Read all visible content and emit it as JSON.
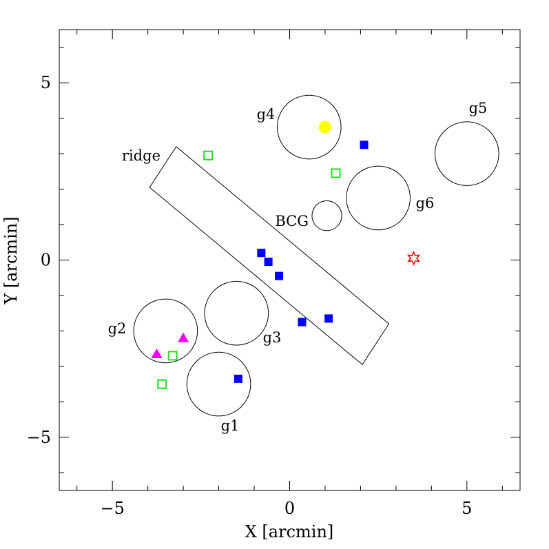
{
  "chart_data": {
    "type": "scatter",
    "title": "",
    "xlabel": "X [arcmin]",
    "ylabel": "Y [arcmin]",
    "xlim": [
      -6.5,
      6.5
    ],
    "ylim": [
      -6.5,
      6.5
    ],
    "grid": false,
    "x_ticks": [
      -5,
      0,
      5
    ],
    "y_ticks": [
      -5,
      0,
      5
    ],
    "x_tick_labels": [
      "−5",
      "0",
      "5"
    ],
    "y_tick_labels": [
      "−5",
      "0",
      "5"
    ],
    "colors": {
      "axis": "#000000",
      "blue_square": "#0000ff",
      "green_square": "#22dd22",
      "magenta_triangle": "#ee00ee",
      "yellow_circle": "#ffff00",
      "red_star": "#ff0000"
    },
    "circles": [
      {
        "label": "g1",
        "x": -2.0,
        "y": -3.5,
        "r": 0.9
      },
      {
        "label": "g2",
        "x": -3.5,
        "y": -2.0,
        "r": 0.9
      },
      {
        "label": "g3",
        "x": -1.5,
        "y": -1.5,
        "r": 0.9
      },
      {
        "label": "g4",
        "x": 0.55,
        "y": 3.75,
        "r": 0.9
      },
      {
        "label": "g5",
        "x": 5.0,
        "y": 3.0,
        "r": 0.9
      },
      {
        "label": "g6",
        "x": 2.5,
        "y": 1.75,
        "r": 0.9
      },
      {
        "label": "BCG",
        "x": 1.05,
        "y": 1.25,
        "r": 0.42
      }
    ],
    "ridge": {
      "label": "ridge",
      "vertices": [
        [
          -3.95,
          2.05
        ],
        [
          -3.2,
          3.2
        ],
        [
          2.8,
          -1.8
        ],
        [
          2.05,
          -2.95
        ]
      ]
    },
    "series": [
      {
        "marker": "blue-square",
        "points": [
          [
            2.1,
            3.25
          ],
          [
            -0.8,
            0.2
          ],
          [
            -0.6,
            -0.05
          ],
          [
            -0.3,
            -0.45
          ],
          [
            0.35,
            -1.75
          ],
          [
            1.1,
            -1.65
          ],
          [
            -1.45,
            -3.35
          ]
        ]
      },
      {
        "marker": "green-open-square",
        "points": [
          [
            -2.3,
            2.95
          ],
          [
            1.3,
            2.45
          ],
          [
            -3.3,
            -2.7
          ],
          [
            -3.6,
            -3.5
          ]
        ]
      },
      {
        "marker": "magenta-triangle",
        "points": [
          [
            -3.75,
            -2.65
          ],
          [
            -3.0,
            -2.2
          ]
        ]
      },
      {
        "marker": "yellow-filled-circle",
        "points": [
          [
            1.0,
            3.75
          ]
        ]
      },
      {
        "marker": "red-open-star",
        "points": [
          [
            3.5,
            0.05
          ]
        ]
      }
    ]
  }
}
